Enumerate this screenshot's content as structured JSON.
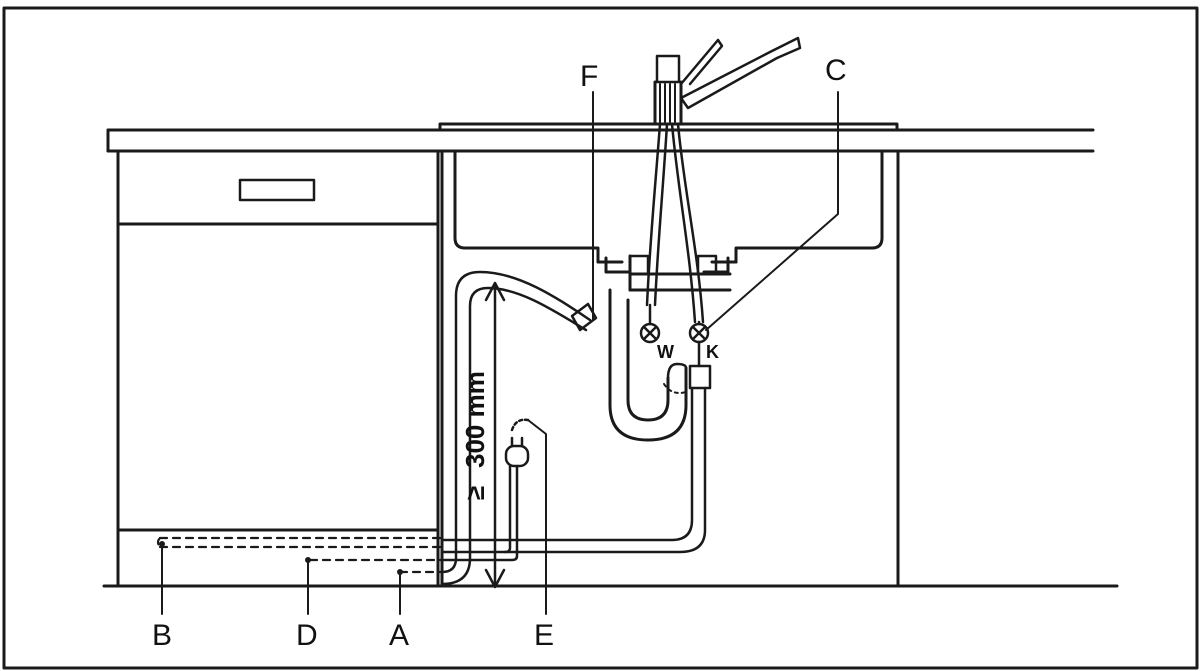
{
  "labels": {
    "a": "A",
    "b": "B",
    "c": "C",
    "d": "D",
    "e": "E",
    "f": "F",
    "w": "W",
    "k": "K"
  },
  "dimension": {
    "value": "300 mm",
    "prefix": "≥"
  },
  "colors": {
    "line": "#1a1a1a",
    "background": "#ffffff"
  }
}
